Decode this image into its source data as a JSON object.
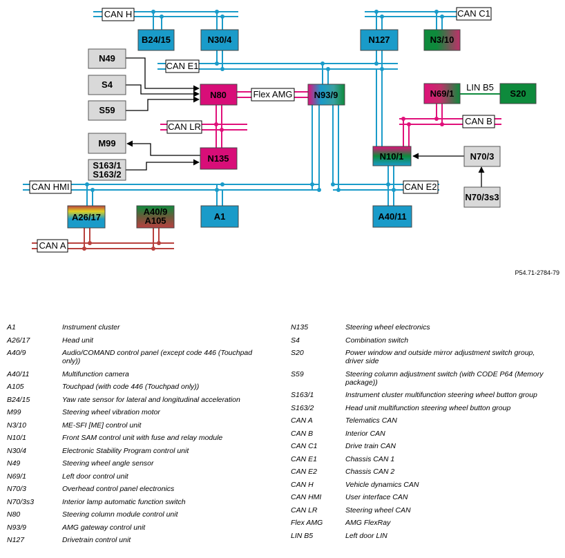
{
  "nodes": {
    "B24_15": "B24/15",
    "N30_4": "N30/4",
    "N127": "N127",
    "N3_10": "N3/10",
    "N49": "N49",
    "S4": "S4",
    "S59": "S59",
    "N80": "N80",
    "N93_9": "N93/9",
    "N69_1": "N69/1",
    "S20": "S20",
    "M99": "M99",
    "N135": "N135",
    "S163_1": "S163/1",
    "S163_2": "S163/2",
    "N10_1": "N10/1",
    "N70_3": "N70/3",
    "N70_3s3": "N70/3s3",
    "A26_17": "A26/17",
    "A40_9": "A40/9",
    "A105": "A105",
    "A1": "A1",
    "A40_11": "A40/11"
  },
  "buses": {
    "can_h": "CAN H",
    "can_c1": "CAN C1",
    "can_e1": "CAN E1",
    "flex_amg": "Flex AMG",
    "lin_b5": "LIN B5",
    "can_b": "CAN B",
    "can_lr": "CAN LR",
    "can_hmi": "CAN HMI",
    "can_e2": "CAN E2",
    "can_a": "CAN A"
  },
  "colors": {
    "blue": "#1a9bc9",
    "magenta": "#e0107a",
    "green": "#0e8a3c",
    "red": "#b8403c",
    "gray": "#d9d9d9"
  },
  "figure_ref": "P54.71-2784-79",
  "legend_left": [
    {
      "code": "A1",
      "desc": "Instrument cluster"
    },
    {
      "code": "A26/17",
      "desc": "Head unit"
    },
    {
      "code": "A40/9",
      "desc": "Audio/COMAND control panel (except code 446 (Touchpad only))"
    },
    {
      "code": "A40/11",
      "desc": "Multifunction camera"
    },
    {
      "code": "A105",
      "desc": "Touchpad (with code 446 (Touchpad only))"
    },
    {
      "code": "B24/15",
      "desc": "Yaw rate sensor for lateral and longitudinal acceleration"
    },
    {
      "code": "M99",
      "desc": "Steering wheel vibration motor"
    },
    {
      "code": "N3/10",
      "desc": "ME-SFI [ME] control unit"
    },
    {
      "code": "N10/1",
      "desc": "Front SAM control unit with fuse and relay module"
    },
    {
      "code": "N30/4",
      "desc": "Electronic Stability Program control unit"
    },
    {
      "code": "N49",
      "desc": "Steering wheel angle sensor"
    },
    {
      "code": "N69/1",
      "desc": "Left door control unit"
    },
    {
      "code": "N70/3",
      "desc": "Overhead control panel electronics"
    },
    {
      "code": "N70/3s3",
      "desc": "Interior lamp automatic function switch"
    },
    {
      "code": "N80",
      "desc": "Steering column module control unit"
    },
    {
      "code": "N93/9",
      "desc": "AMG gateway control unit"
    },
    {
      "code": "N127",
      "desc": "Drivetrain control unit"
    }
  ],
  "legend_right": [
    {
      "code": "N135",
      "desc": "Steering wheel electronics"
    },
    {
      "code": "S4",
      "desc": "Combination switch"
    },
    {
      "code": "S20",
      "desc": "Power window and outside mirror adjustment switch group, driver side"
    },
    {
      "code": "S59",
      "desc": "Steering column adjustment switch (with CODE P64 (Memory package))"
    },
    {
      "code": "S163/1",
      "desc": "Instrument cluster multifunction steering wheel button group"
    },
    {
      "code": "S163/2",
      "desc": "Head unit multifunction steering wheel button group"
    },
    {
      "code": "CAN A",
      "desc": "Telematics CAN"
    },
    {
      "code": "CAN B",
      "desc": "Interior CAN"
    },
    {
      "code": "CAN C1",
      "desc": "Drive train CAN"
    },
    {
      "code": "CAN E1",
      "desc": "Chassis CAN 1"
    },
    {
      "code": "CAN E2",
      "desc": "Chassis CAN 2"
    },
    {
      "code": "CAN H",
      "desc": "Vehicle dynamics CAN"
    },
    {
      "code": "CAN HMI",
      "desc": "User interface CAN"
    },
    {
      "code": "CAN LR",
      "desc": "Steering wheel CAN"
    },
    {
      "code": "Flex AMG",
      "desc": "AMG FlexRay"
    },
    {
      "code": "LIN B5",
      "desc": "Left door LIN"
    }
  ]
}
